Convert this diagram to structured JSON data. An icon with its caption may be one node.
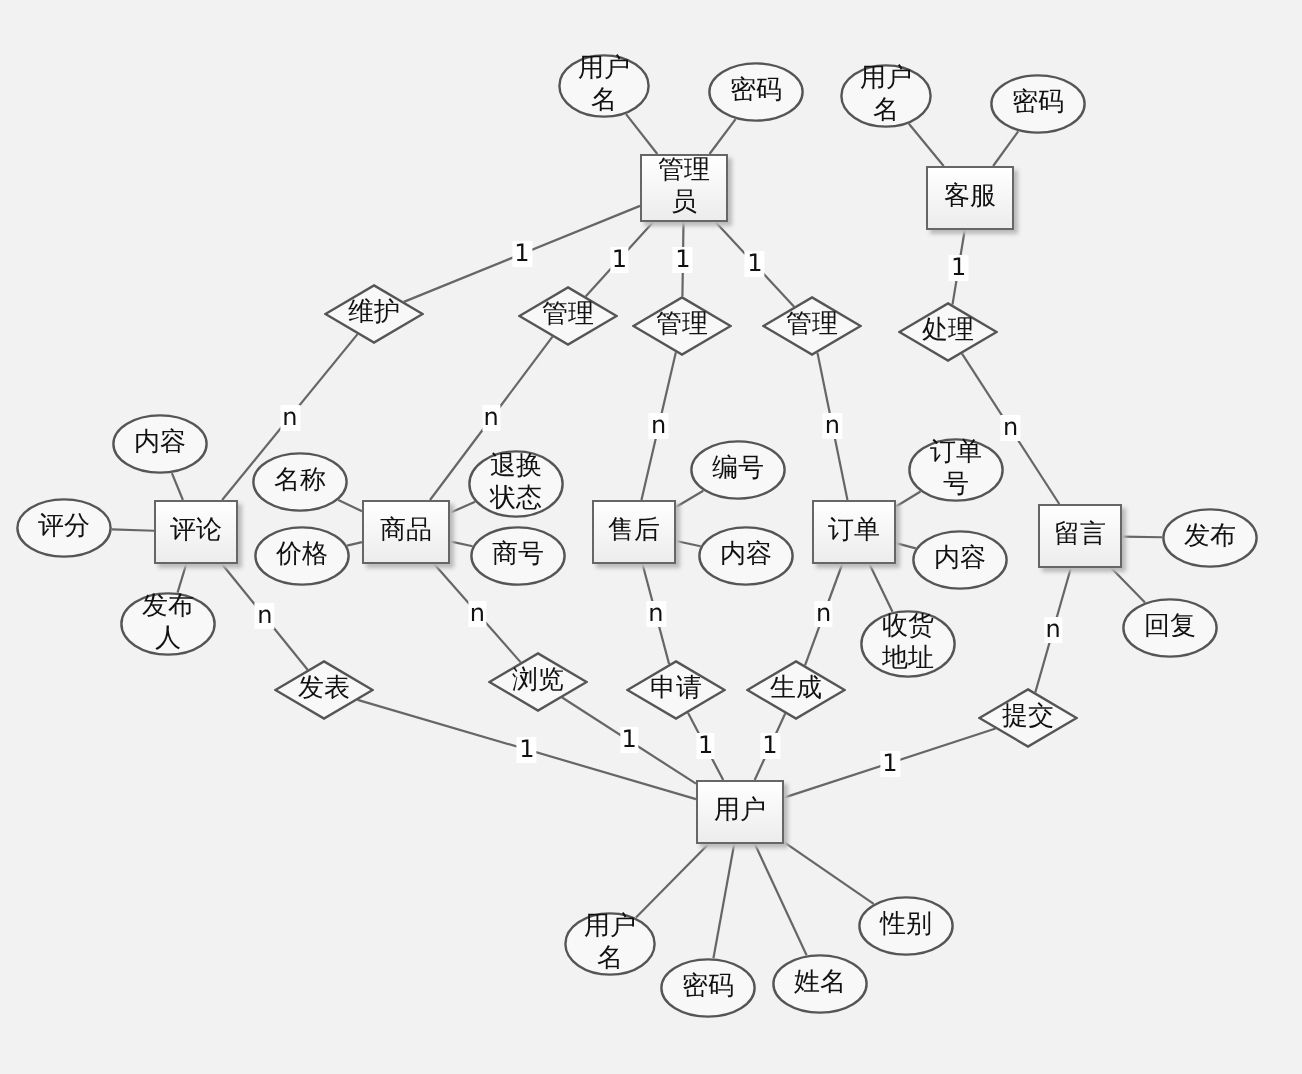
{
  "diagram": {
    "nodes": [
      {
        "text": [
          "用户名"
        ]
      },
      {
        "text": [
          "密码"
        ]
      },
      {
        "text": [
          "用户名"
        ]
      },
      {
        "text": [
          "密码"
        ]
      },
      {
        "text": [
          "管理员"
        ]
      },
      {
        "text": [
          "客服"
        ]
      },
      {
        "text": [
          "维护"
        ]
      },
      {
        "text": [
          "管理"
        ]
      },
      {
        "text": [
          "管理"
        ]
      },
      {
        "text": [
          "管理"
        ]
      },
      {
        "text": [
          "处理"
        ]
      },
      {
        "text": [
          "内容"
        ]
      },
      {
        "text": [
          "名称"
        ]
      },
      {
        "text": [
          "退换状态"
        ]
      },
      {
        "text": [
          "编号"
        ]
      },
      {
        "text": [
          "订单号"
        ]
      },
      {
        "text": [
          "评分"
        ]
      },
      {
        "text": [
          "评论"
        ]
      },
      {
        "text": [
          "商品"
        ]
      },
      {
        "text": [
          "售后"
        ]
      },
      {
        "text": [
          "订单"
        ]
      },
      {
        "text": [
          "留言"
        ]
      },
      {
        "text": [
          "发布"
        ]
      },
      {
        "text": [
          "价格"
        ]
      },
      {
        "text": [
          "商号"
        ]
      },
      {
        "text": [
          "内容"
        ]
      },
      {
        "text": [
          "内容"
        ]
      },
      {
        "text": [
          "发布人"
        ]
      },
      {
        "text": [
          "回复"
        ]
      },
      {
        "text": [
          "收货地址"
        ]
      },
      {
        "text": [
          "发表"
        ]
      },
      {
        "text": [
          "浏览"
        ]
      },
      {
        "text": [
          "申请"
        ]
      },
      {
        "text": [
          "生成"
        ]
      },
      {
        "text": [
          "提交"
        ]
      },
      {
        "text": [
          "用户"
        ]
      },
      {
        "text": [
          "性别"
        ]
      },
      {
        "text": [
          "用户名"
        ]
      },
      {
        "text": [
          "姓名"
        ]
      },
      {
        "text": [
          "密码"
        ]
      }
    ],
    "edges": [
      {
        "from": 4,
        "to": 0,
        "arrow": "none"
      },
      {
        "from": 4,
        "to": 1,
        "arrow": "none"
      },
      {
        "from": 5,
        "to": 2,
        "arrow": "none"
      },
      {
        "from": 5,
        "to": 3,
        "arrow": "none"
      },
      {
        "from": 17,
        "to": 11,
        "arrow": "none"
      },
      {
        "from": 17,
        "to": 16,
        "arrow": "none"
      },
      {
        "from": 17,
        "to": 27,
        "arrow": "none"
      },
      {
        "from": 18,
        "to": 12,
        "arrow": "none"
      },
      {
        "from": 18,
        "to": 23,
        "arrow": "none"
      },
      {
        "from": 18,
        "to": 13,
        "arrow": "none"
      },
      {
        "from": 18,
        "to": 24,
        "arrow": "none"
      },
      {
        "from": 19,
        "to": 14,
        "arrow": "none"
      },
      {
        "from": 19,
        "to": 25,
        "arrow": "none"
      },
      {
        "from": 20,
        "to": 15,
        "arrow": "none"
      },
      {
        "from": 20,
        "to": 26,
        "arrow": "none"
      },
      {
        "from": 20,
        "to": 29,
        "arrow": "none"
      },
      {
        "from": 21,
        "to": 22,
        "arrow": "none"
      },
      {
        "from": 21,
        "to": 28,
        "arrow": "none"
      },
      {
        "from": 35,
        "to": 37,
        "arrow": "none"
      },
      {
        "from": 35,
        "to": 39,
        "arrow": "none"
      },
      {
        "from": 35,
        "to": 38,
        "arrow": "none"
      },
      {
        "from": 35,
        "to": 36,
        "arrow": "none"
      },
      {
        "from": 4,
        "to": 6,
        "arrow": "none",
        "label": "1"
      },
      {
        "from": 6,
        "to": 17,
        "arrow": "none",
        "label": "n"
      },
      {
        "from": 4,
        "to": 7,
        "arrow": "none",
        "label": "1"
      },
      {
        "from": 7,
        "to": 18,
        "arrow": "none",
        "label": "n"
      },
      {
        "from": 4,
        "to": 8,
        "arrow": "none",
        "label": "1"
      },
      {
        "from": 8,
        "to": 19,
        "arrow": "none",
        "label": "n"
      },
      {
        "from": 4,
        "to": 9,
        "arrow": "none",
        "label": "1"
      },
      {
        "from": 9,
        "to": 20,
        "arrow": "none",
        "label": "n"
      },
      {
        "from": 5,
        "to": 10,
        "arrow": "none",
        "label": "1"
      },
      {
        "from": 10,
        "to": 21,
        "arrow": "none",
        "label": "n"
      },
      {
        "from": 17,
        "to": 30,
        "arrow": "none",
        "label": "n"
      },
      {
        "from": 30,
        "to": 35,
        "arrow": "none",
        "label": "1"
      },
      {
        "from": 18,
        "to": 31,
        "arrow": "none",
        "label": "n"
      },
      {
        "from": 31,
        "to": 35,
        "arrow": "none",
        "label": "1"
      },
      {
        "from": 19,
        "to": 32,
        "arrow": "none",
        "label": "n"
      },
      {
        "from": 32,
        "to": 35,
        "arrow": "none",
        "label": "1"
      },
      {
        "from": 20,
        "to": 33,
        "arrow": "none",
        "label": "n"
      },
      {
        "from": 33,
        "to": 35,
        "arrow": "none",
        "label": "1"
      },
      {
        "from": 21,
        "to": 34,
        "arrow": "none",
        "label": "n"
      },
      {
        "from": 34,
        "to": 35,
        "arrow": "none",
        "label": "1"
      }
    ]
  }
}
